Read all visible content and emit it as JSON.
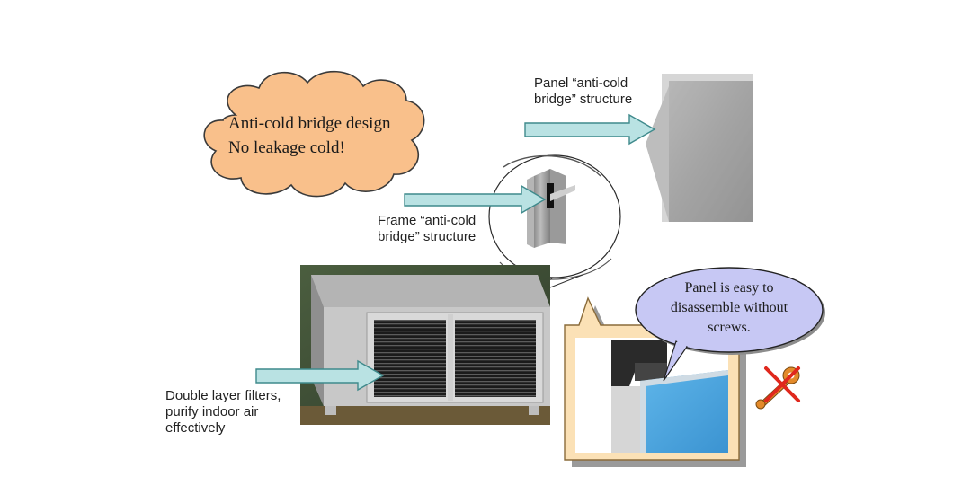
{
  "cloud": {
    "line1": "Anti-cold bridge design",
    "line2": "No leakage cold!"
  },
  "panel_label": {
    "line1": "Panel “anti-cold",
    "line2": "bridge” structure"
  },
  "frame_label": {
    "line1": "Frame “anti-cold",
    "line2": "bridge” structure"
  },
  "filter_label": {
    "line1": "Double layer filters,",
    "line2": "purify indoor air",
    "line3": "effectively"
  },
  "bubble": {
    "line1": "Panel is easy to",
    "line2": "disassemble without",
    "line3": "screws."
  },
  "colors": {
    "cloud_fill": "#f9c08b",
    "bubble_fill": "#c7c8f4",
    "arrow_fill": "#b9e2e3",
    "arrow_stroke": "#3f8a8c",
    "callout_frame": "#fbe1b6",
    "callout_border": "#8a6b3a",
    "panel_blue": "#4ea8e0",
    "no_tool_red": "#e0281d",
    "wrench_orange": "#e38a2a"
  },
  "icons": {
    "no_tools": "no-wrench-icon"
  }
}
